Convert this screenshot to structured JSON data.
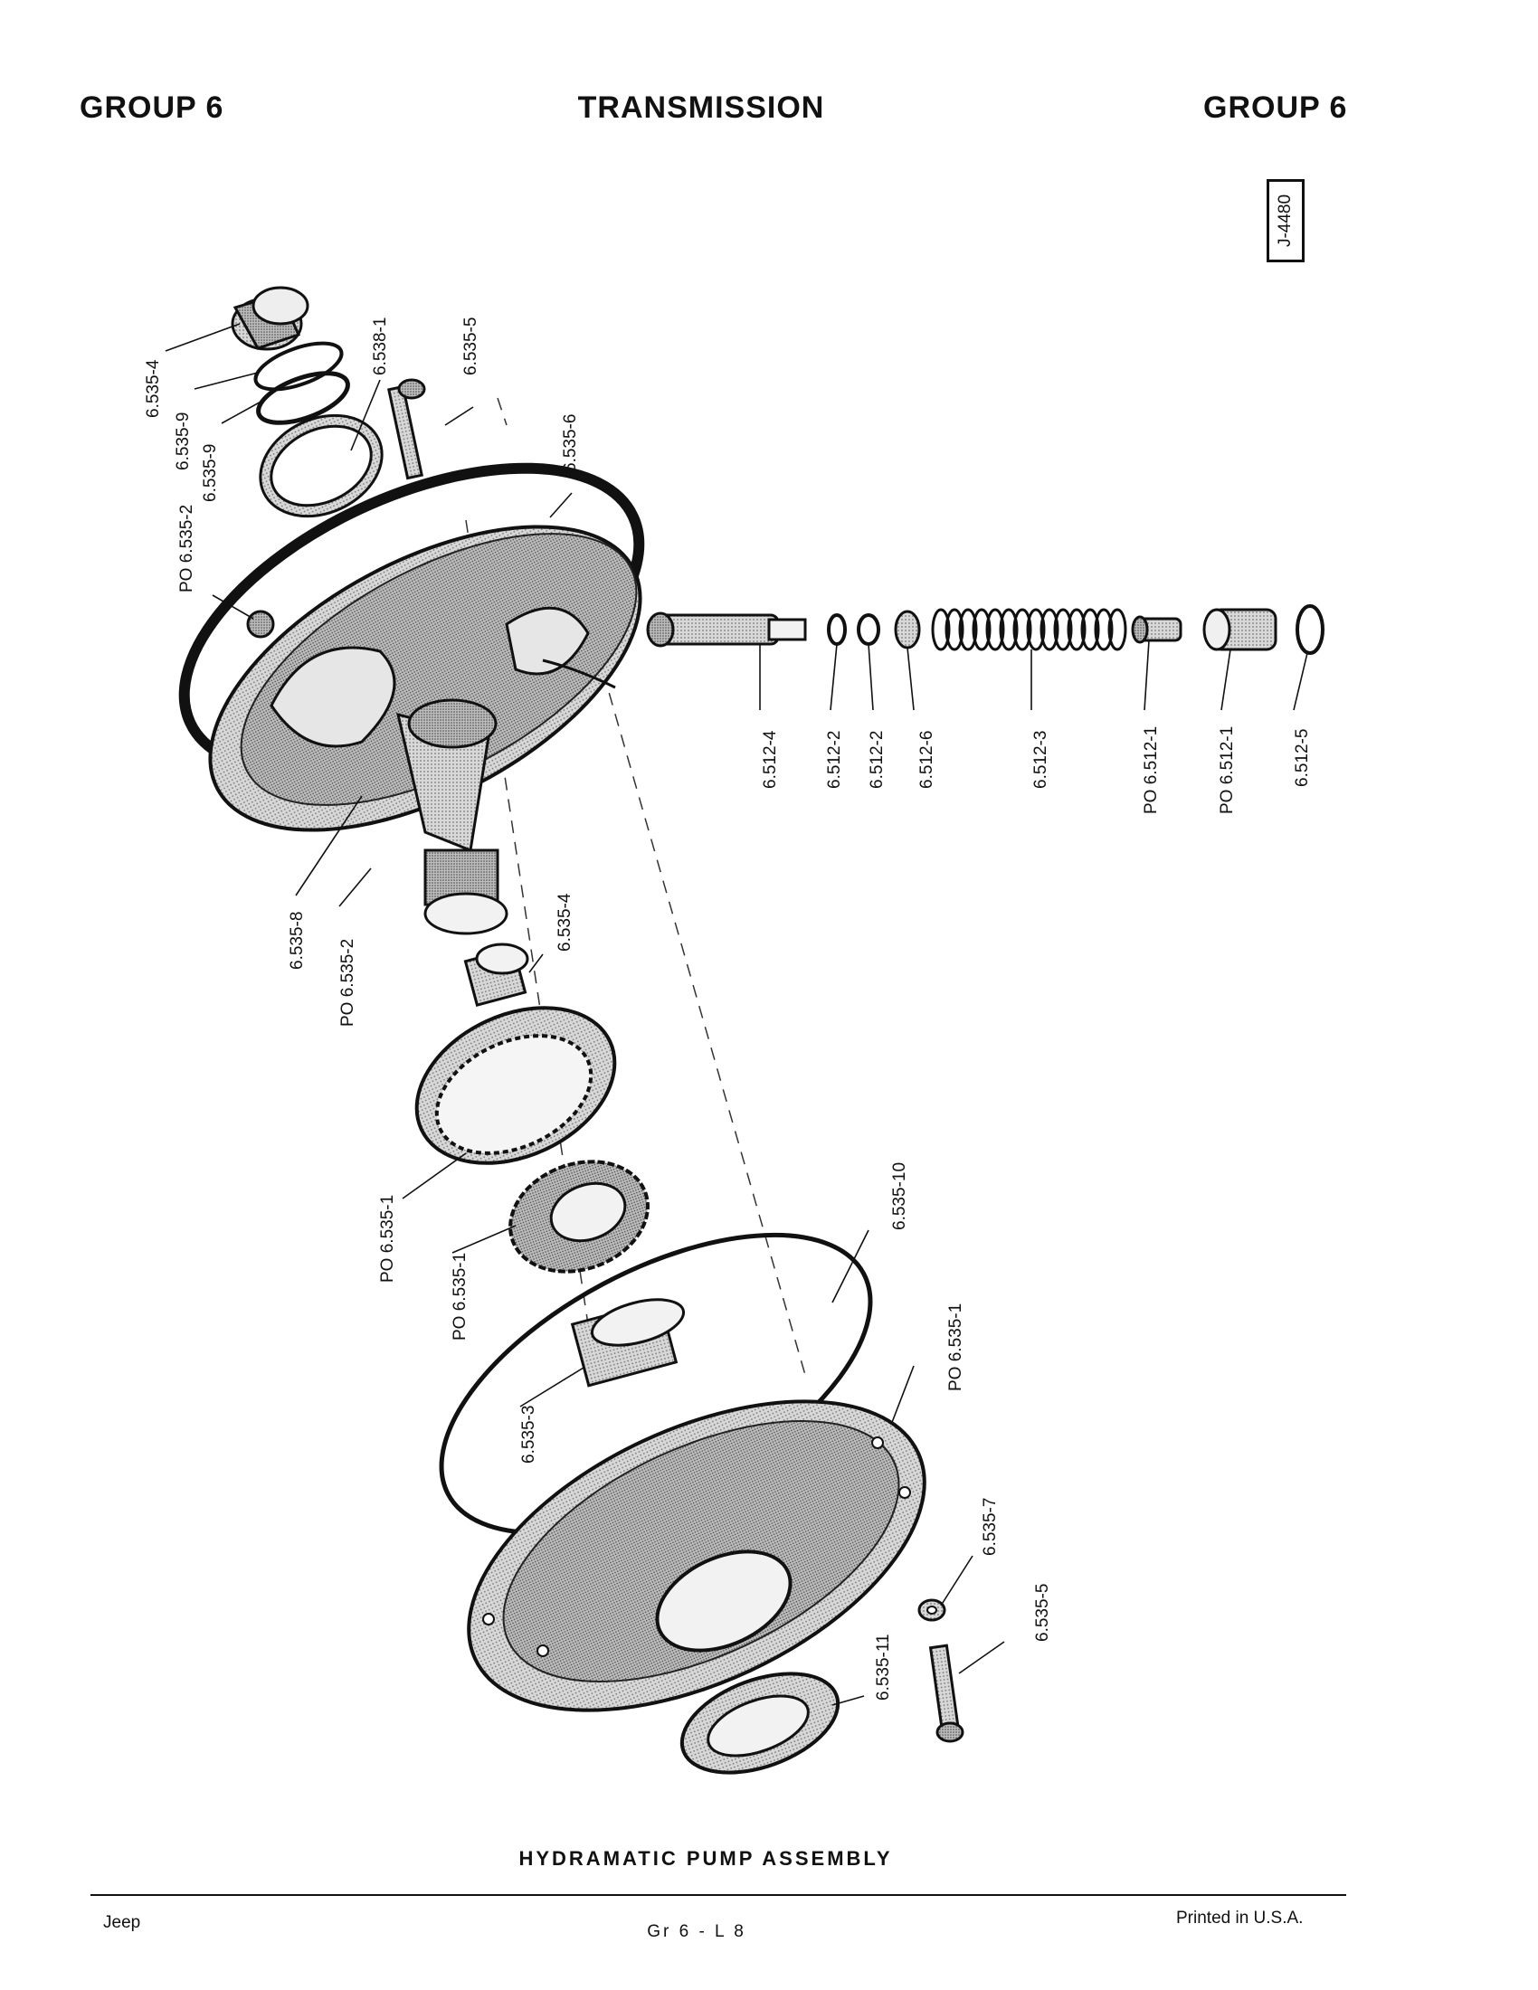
{
  "header": {
    "left": "GROUP 6",
    "center": "TRANSMISSION",
    "right": "GROUP 6"
  },
  "figure_id": "J-4480",
  "callouts": {
    "c1": "6.535-4",
    "c2": "6.535-9",
    "c3": "6.535-9",
    "c4": "6.538-1",
    "c5": "6.535-5",
    "c6": "6.535-6",
    "c7": "PO 6.535-2",
    "c8": "6.512-4",
    "c9": "6.512-2",
    "c10": "6.512-2",
    "c11": "6.512-6",
    "c12": "6.512-3",
    "c13": "PO 6.512-1",
    "c14": "PO 6.512-1",
    "c15": "6.512-5",
    "c16": "6.535-8",
    "c17": "PO 6.535-2",
    "c18": "6.535-4",
    "c19": "PO 6.535-1",
    "c20": "PO 6.535-1",
    "c21": "6.535-10",
    "c22": "6.535-3",
    "c23": "PO 6.535-1",
    "c24": "6.535-7",
    "c25": "6.535-5",
    "c26": "6.535-11"
  },
  "caption": "HYDRAMATIC PUMP ASSEMBLY",
  "footer": {
    "left": "Jeep",
    "center": "Gr 6 - L 8",
    "right": "Printed in U.S.A."
  }
}
